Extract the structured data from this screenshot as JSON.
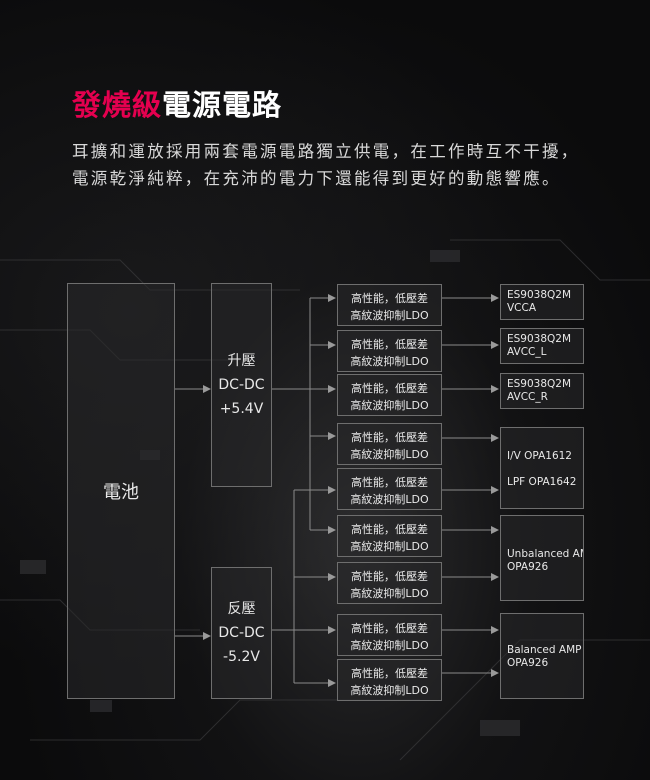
{
  "title": {
    "highlight": "發燒級",
    "rest": "電源電路"
  },
  "description": "耳擴和運放採用兩套電源電路獨立供電，在工作時互不干擾，電源乾淨純粹，在充沛的電力下還能得到更好的動態響應。",
  "diagram": {
    "battery": "電池",
    "boost": {
      "line1": "升壓",
      "line2": "DC-DC",
      "line3": "+5.4V"
    },
    "inverter": {
      "line1": "反壓",
      "line2": "DC-DC",
      "line3": "-5.2V"
    },
    "ldo": {
      "line1": "高性能，低壓差",
      "line2": "高紋波抑制LDO"
    },
    "outputs": {
      "vcca": {
        "line1": "ES9038Q2M",
        "line2": "VCCA"
      },
      "avcc_l": {
        "line1": "ES9038Q2M",
        "line2": "AVCC_L"
      },
      "avcc_r": {
        "line1": "ES9038Q2M",
        "line2": "AVCC_R"
      },
      "iv": {
        "line1": "I/V  OPA1612",
        "line2": "LPF OPA1642"
      },
      "unbal": {
        "line1": "Unbalanced AMP",
        "line2": "OPA926"
      },
      "bal": {
        "line1": "Balanced AMP",
        "line2": "OPA926"
      }
    }
  },
  "colors": {
    "accent": "#e4004f",
    "box_border": "#6e6e6e",
    "line": "#8a8a8a"
  }
}
